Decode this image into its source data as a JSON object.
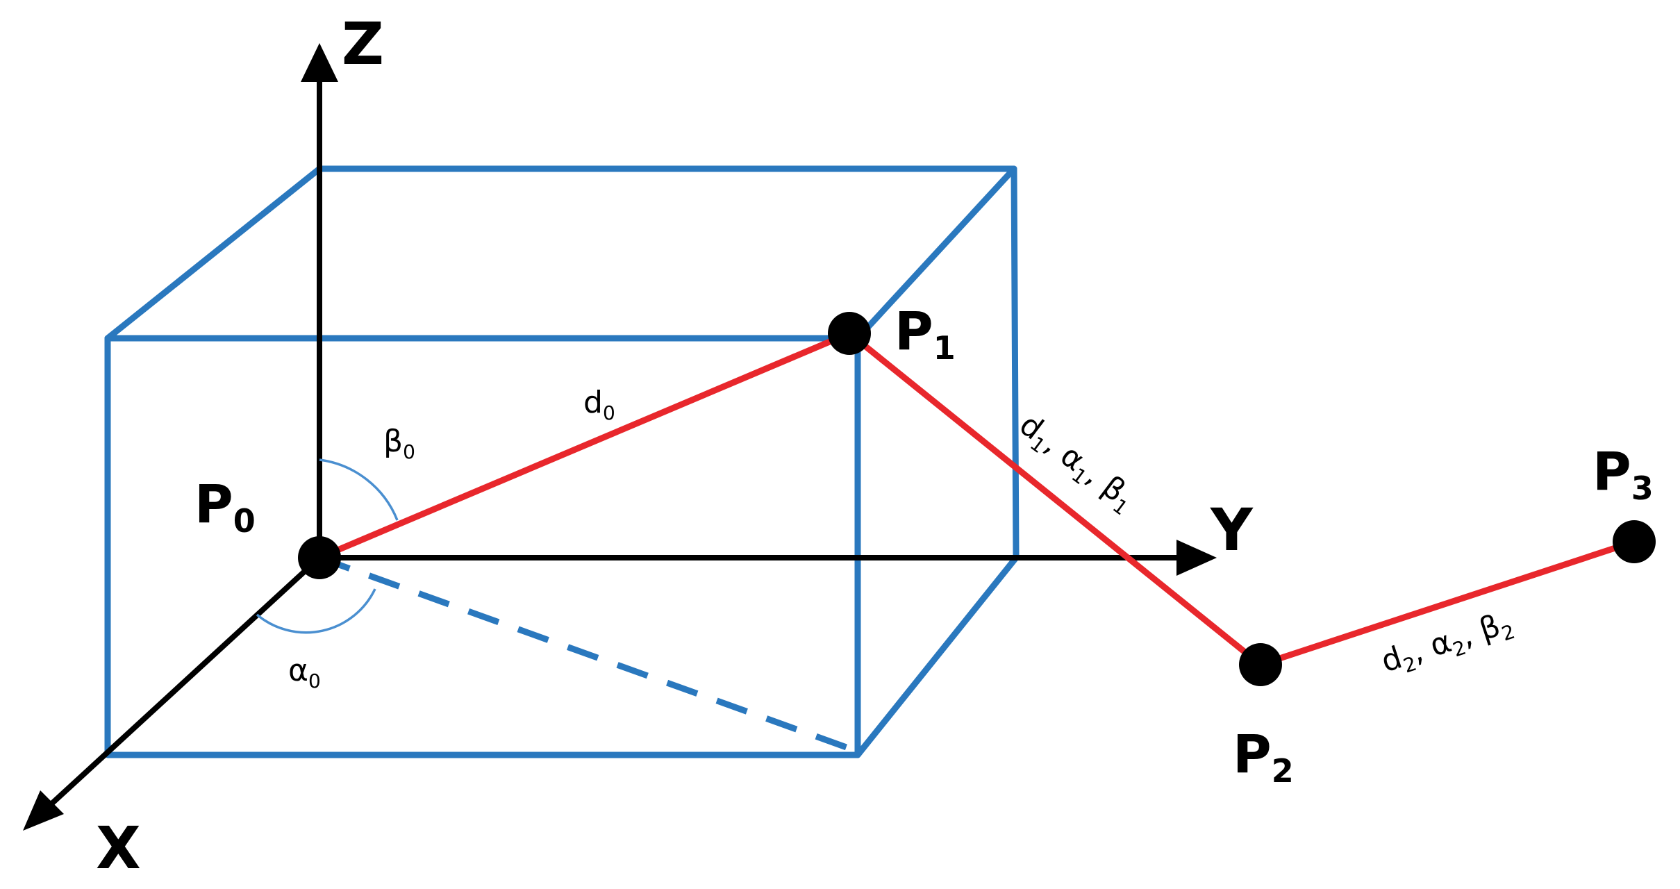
{
  "axes": {
    "x": "X",
    "y": "Y",
    "z": "Z"
  },
  "points": [
    {
      "base": "P",
      "sub": "0"
    },
    {
      "base": "P",
      "sub": "1"
    },
    {
      "base": "P",
      "sub": "2"
    },
    {
      "base": "P",
      "sub": "3"
    }
  ],
  "labels": {
    "d0": {
      "base": "d",
      "sub": "0"
    },
    "beta0": {
      "base": "β",
      "sub": "0"
    },
    "alpha0": {
      "base": "α",
      "sub": "0"
    },
    "seg1": {
      "d": "d",
      "a": "α",
      "b": "β",
      "sub": "1",
      "sep": ", "
    },
    "seg2": {
      "d": "d",
      "a": "α",
      "b": "β",
      "sub": "2",
      "sep": ", "
    }
  },
  "colors": {
    "box": "#2a78be",
    "segment": "#e8272c",
    "axis": "#000000",
    "arc": "#4a8fd0"
  }
}
